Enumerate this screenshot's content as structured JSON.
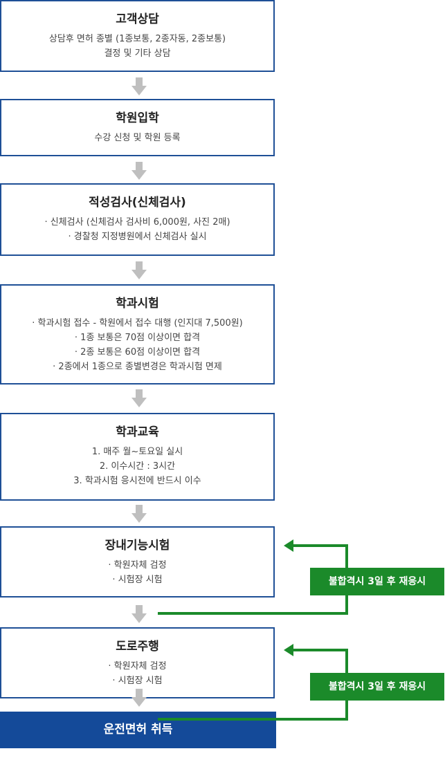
{
  "steps": [
    {
      "title": "고객상담",
      "lines": [
        "상담후 면허 종별 (1종보통, 2종자동, 2종보통)",
        "결정 및 기타 상담"
      ]
    },
    {
      "title": "학원입학",
      "lines": [
        "수강 신청 및 학원 등록"
      ]
    },
    {
      "title": "적성검사(신체검사)",
      "lines": [
        "· 신체검사 (신체검사 검사비 6,000원, 사진 2매)",
        "· 경찰청 지정병원에서 신체검사 실시"
      ]
    },
    {
      "title": "학과시험",
      "lines": [
        "· 학과시험 접수 - 학원에서 접수 대행 (인지대 7,500원)",
        "· 1종 보통은 70점 이상이면 합격",
        "· 2종 보통은 60점 이상이면 합격",
        "· 2종에서 1종으로 종별변경은 학과시험 면제"
      ]
    },
    {
      "title": "학과교육",
      "lines": [
        "1. 매주 월~토요일 실시",
        "2. 이수시간 : 3시간",
        "3. 학과시험 응시전에 반드시 이수"
      ]
    },
    {
      "title": "장내기능시험",
      "lines": [
        "· 학원자체 검정",
        "· 시험장 시험"
      ]
    },
    {
      "title": "도로주행",
      "lines": [
        "· 학원자체 검정",
        "· 시험장 시험"
      ]
    }
  ],
  "final_step": "운전면허 취득",
  "retry_labels": [
    "불합격시 3일 후 재응시",
    "불합격시 3일 후 재응시"
  ],
  "colors": {
    "box_border": "#1e4f96",
    "final_bg": "#144a99",
    "retry_green": "#1b8a2a",
    "arrow_gray": "#bfbfbf"
  }
}
